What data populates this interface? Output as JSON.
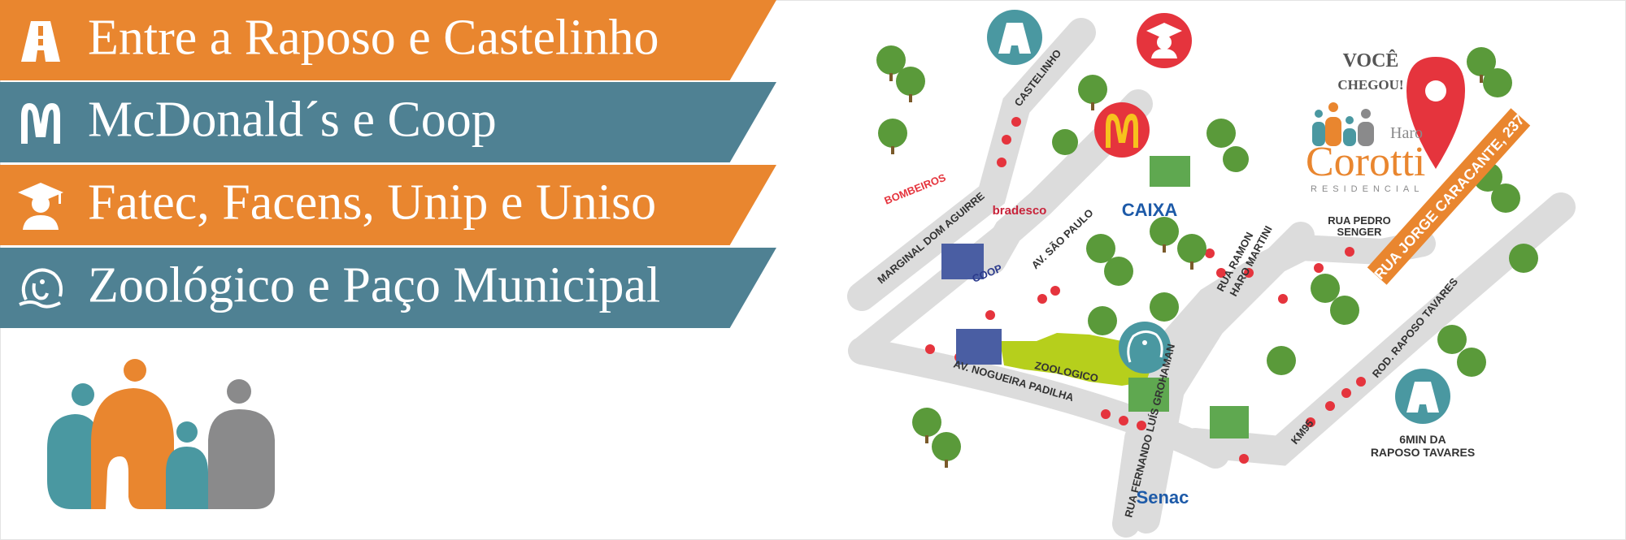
{
  "banners": [
    {
      "label": "Entre a Raposo e Castelinho",
      "icon": "highway-icon",
      "color": "#e9862f"
    },
    {
      "label": "McDonald´s e Coop",
      "icon": "mcdonalds-arches-icon",
      "color": "#4f8193"
    },
    {
      "label": "Fatec, Facens, Unip e Uniso",
      "icon": "graduate-icon",
      "color": "#e9862f"
    },
    {
      "label": "Zoológico e Paço Municipal",
      "icon": "elephant-icon",
      "color": "#4f8193"
    }
  ],
  "map": {
    "roads": {
      "castelinho": "CASTELINHO",
      "marginal": "MARGINAL DOM AGUIRRE",
      "sao_paulo": "AV. SÃO PAULO",
      "nogueira": "AV. NOGUEIRA PADILHA",
      "grohaman": "RUA FERNANDO LUÍS GROHAMAN",
      "ramon": [
        "RUA RAMON",
        "HARO MARTINI"
      ],
      "pedro": [
        "RUA PEDRO",
        "SENGER"
      ],
      "raposo": "ROD. RAPOSO TAVARES",
      "km95": "KM95",
      "caracante": "RUA JORGE CARACANTE, 237"
    },
    "places": {
      "bombeiros": "BOMBEIROS",
      "bradesco": "bradesco",
      "caixa": "CAIXA",
      "coop": "COOP",
      "zoologico": "ZOOLOGICO",
      "senac": "Senac"
    },
    "callout": {
      "title_line1": "VOCÊ",
      "title_line2": "CHEGOU!",
      "distance_line1": "6MIN DA",
      "distance_line2": "RAPOSO TAVARES"
    },
    "brand": {
      "prefix": "Haro",
      "name": "Corotti",
      "tagline": "RESIDENCIAL"
    }
  },
  "colors": {
    "orange": "#e9862f",
    "blue": "#4f8193",
    "teal": "#4a98a1",
    "gray": "#8a8a8b",
    "road": "#dcdcdc",
    "red": "#e5343d",
    "park": "#b6cf1c"
  }
}
